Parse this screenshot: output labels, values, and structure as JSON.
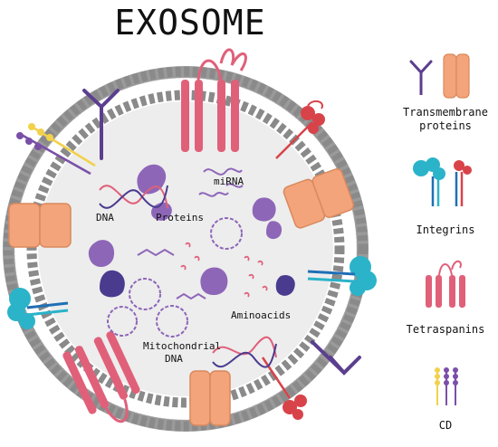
{
  "title": "EXOSOME",
  "labels": {
    "mirna": "miRNA",
    "dna": "DNA",
    "proteins": "Proteins",
    "aminoacids": "Aminoacids",
    "mito_line1": "Mitochondrial",
    "mito_line2": "DNA"
  },
  "legend": {
    "transmembrane_line1": "Transmembrane",
    "transmembrane_line2": "proteins",
    "integrins": "Integrins",
    "tetraspanins": "Tetraspanins",
    "cd": "CD"
  },
  "colors": {
    "membrane_head": "#8c8c8c",
    "membrane_core": "#ffffff",
    "lumen": "#ececec",
    "transmembrane": "#f4a47a",
    "transmembrane_stroke": "#d9895e",
    "integrin_cyan": "#2bb3c9",
    "integrin_blue": "#1f6fb5",
    "tetraspanin": "#e0607a",
    "protein_purple": "#8e66b8",
    "protein_dark": "#4b3b8f",
    "y_receptor": "#5b3f8f",
    "red_ligand": "#d8434a",
    "cd_yellow": "#f2d14b",
    "cd_purple": "#7a4fa8"
  }
}
